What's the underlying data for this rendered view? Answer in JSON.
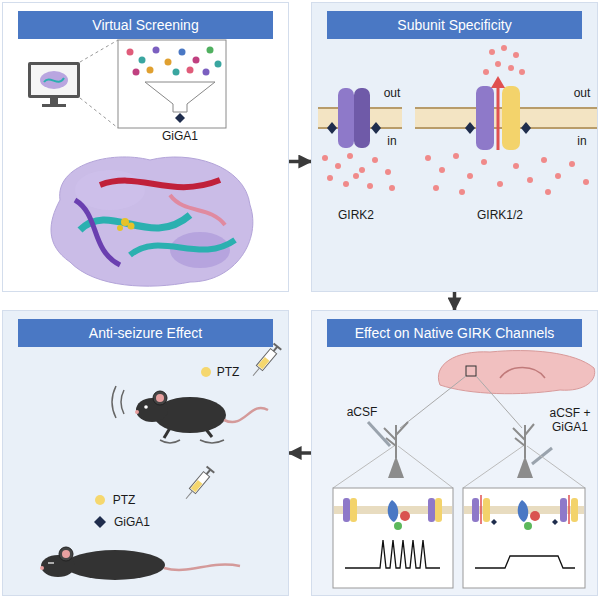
{
  "diagram": {
    "nodes": [
      {
        "text": [
          "Virtual Screening"
        ]
      },
      {
        "text": [
          "Subunit Specificity"
        ]
      },
      {
        "text": [
          "Anti-seizure Effect"
        ]
      },
      {
        "text": [
          "Effect on Native GIRK Channels"
        ]
      }
    ],
    "edges": [
      {
        "from": 0,
        "to": 1,
        "arrow": "to"
      },
      {
        "from": 1,
        "to": 3,
        "arrow": "to"
      },
      {
        "from": 3,
        "to": 2,
        "arrow": "to"
      }
    ],
    "labels": [
      "GiGA1",
      "GIRK2",
      "GIRK1/2",
      "out",
      "in",
      "out",
      "in",
      "PTZ",
      "PTZ",
      "GiGA1",
      "aCSF",
      "aCSF + GiGA1"
    ]
  }
}
